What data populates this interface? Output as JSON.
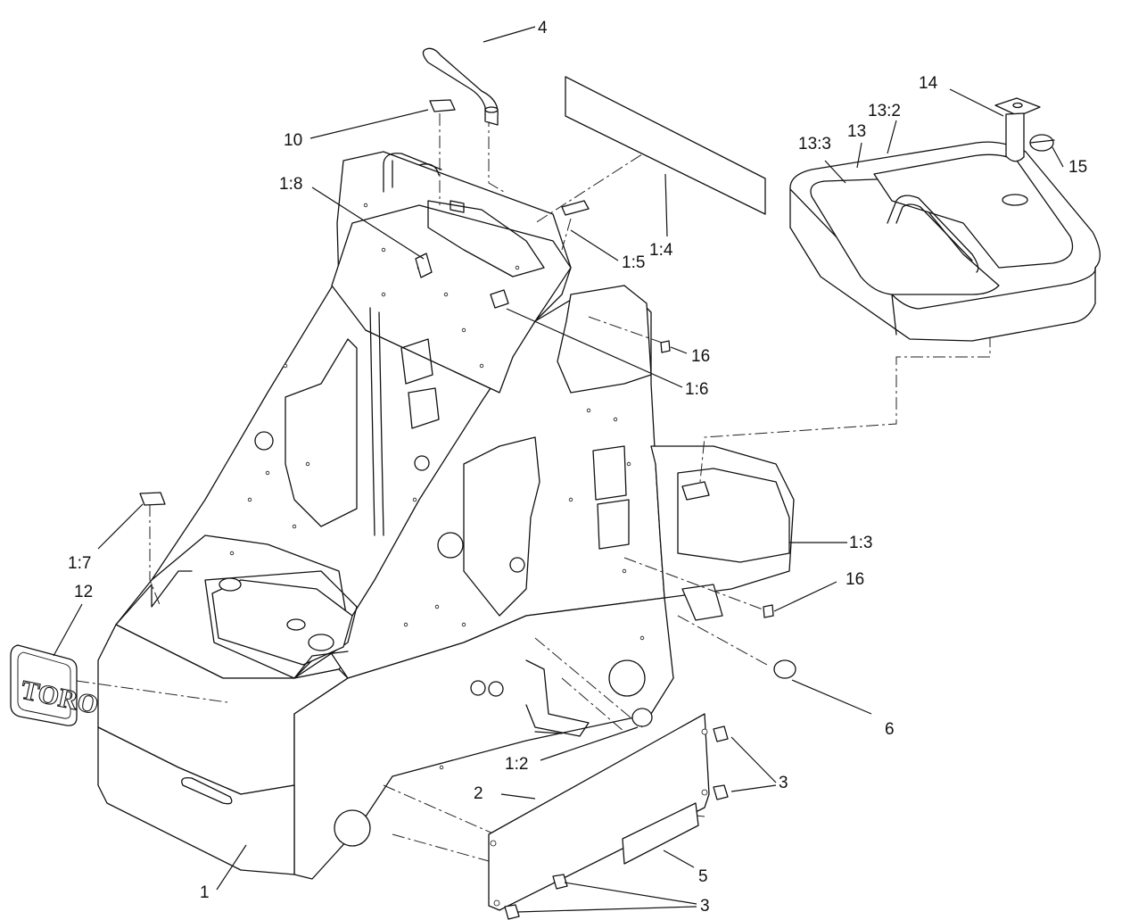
{
  "callouts": {
    "c4": "4",
    "c10": "10",
    "c1_8": "1:8",
    "c1_4": "1:4",
    "c1_5": "1:5",
    "c14": "14",
    "c13_2": "13:2",
    "c13": "13",
    "c13_3": "13:3",
    "c15": "15",
    "c16_top": "16",
    "c1_6": "1:6",
    "c1_7": "1:7",
    "c12": "12",
    "c1_3": "1:3",
    "c16_mid": "16",
    "c6": "6",
    "c1_2": "1:2",
    "c3_upper": "3",
    "c2": "2",
    "c5": "5",
    "c1": "1",
    "c3_lower": "3"
  },
  "logo": {
    "text": "TORO"
  }
}
